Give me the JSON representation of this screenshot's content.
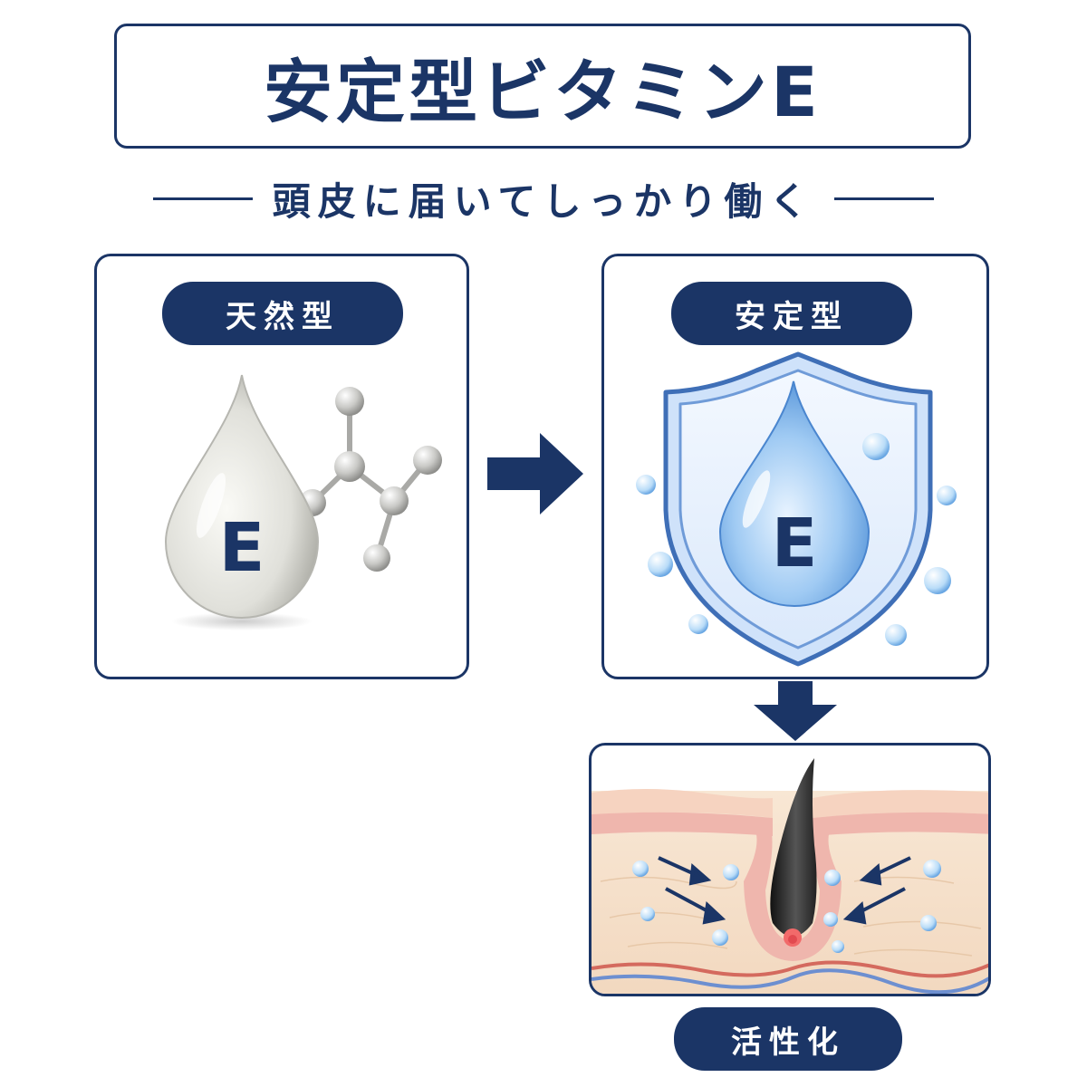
{
  "title": "安定型ビタミンE",
  "subtitle": "頭皮に届いてしっかり働く",
  "panels": {
    "natural": {
      "label": "天然型",
      "drop_letter": "E"
    },
    "stable": {
      "label": "安定型",
      "drop_letter": "E"
    },
    "scalp": {
      "label": "活性化"
    }
  },
  "colors": {
    "navy": "#1b3566",
    "drop_blue": "#7fb6ec",
    "drop_white": "#e8e8e4",
    "skin": "#f6dfc8",
    "skin_pink": "#efb3ad"
  },
  "icons": [
    "water-drop-icon",
    "molecule-icon",
    "shield-icon",
    "arrow-right-icon",
    "arrow-down-icon",
    "hair-follicle-icon",
    "bubble-icon"
  ]
}
